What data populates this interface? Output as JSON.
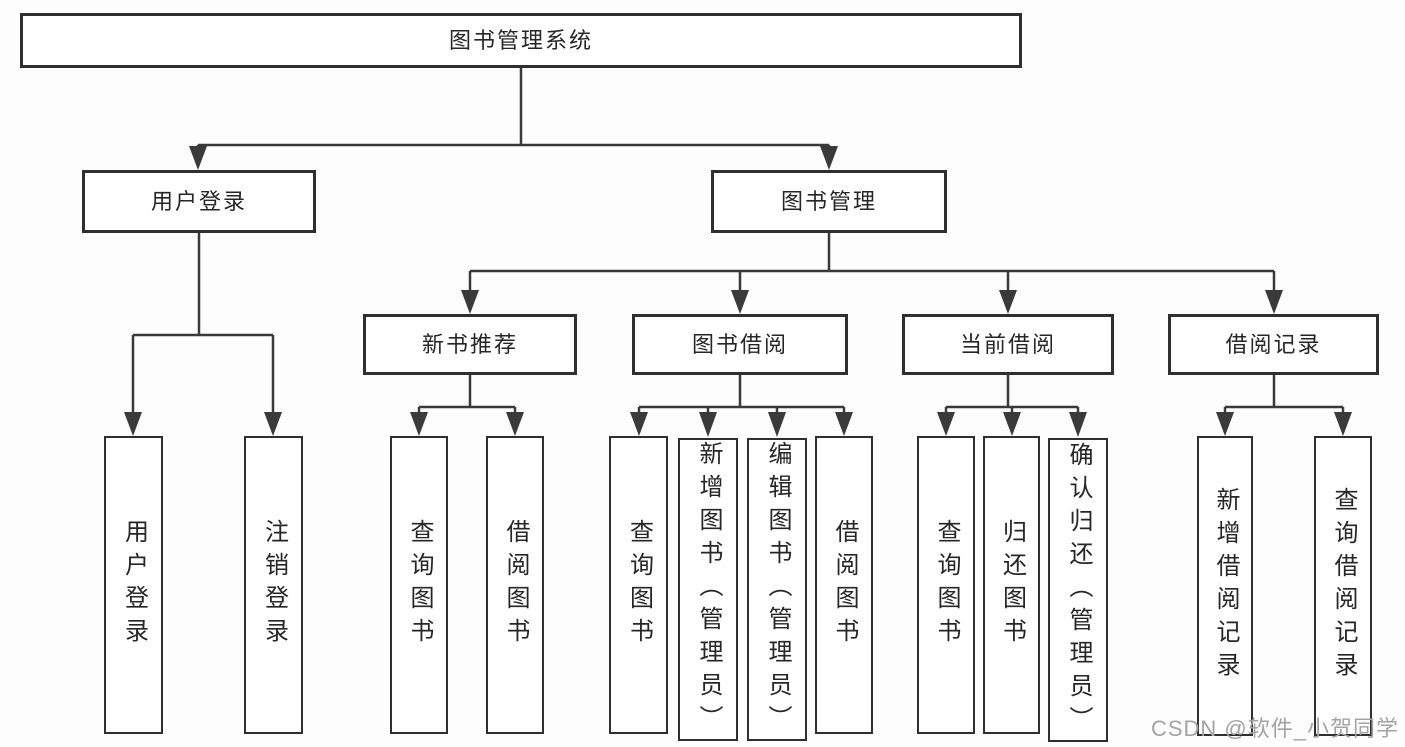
{
  "diagram_title": "图书管理系统",
  "nodes": {
    "root": {
      "label": "图书管理系统"
    },
    "user_login": {
      "label": "用户登录"
    },
    "book_mgmt": {
      "label": "图书管理"
    },
    "new_book_rec": {
      "label": "新书推荐"
    },
    "book_borrow": {
      "label": "图书借阅"
    },
    "current_borrow": {
      "label": "当前借阅"
    },
    "borrow_record": {
      "label": "借阅记录"
    },
    "leaf_user_login": {
      "label": "用户登录"
    },
    "leaf_logout": {
      "label": "注销登录"
    },
    "leaf_rec_query_book": {
      "label": "查询图书"
    },
    "leaf_rec_borrow_book": {
      "label": "借阅图书"
    },
    "leaf_bb_query_book": {
      "label": "查询图书"
    },
    "leaf_bb_add_book": {
      "label": "新增图书（管理员）"
    },
    "leaf_bb_edit_book": {
      "label": "编辑图书（管理员）"
    },
    "leaf_bb_borrow_book": {
      "label": "借阅图书"
    },
    "leaf_cb_query_book": {
      "label": "查询图书"
    },
    "leaf_cb_return_book": {
      "label": "归还图书"
    },
    "leaf_cb_confirm_return": {
      "label": "确认归还（管理员）"
    },
    "leaf_br_add_record": {
      "label": "新增借阅记录"
    },
    "leaf_br_query_record": {
      "label": "查询借阅记录"
    }
  },
  "hierarchy": {
    "图书管理系统": {
      "用户登录": [
        "用户登录",
        "注销登录"
      ],
      "图书管理": {
        "新书推荐": [
          "查询图书",
          "借阅图书"
        ],
        "图书借阅": [
          "查询图书",
          "新增图书（管理员）",
          "编辑图书（管理员）",
          "借阅图书"
        ],
        "当前借阅": [
          "查询图书",
          "归还图书",
          "确认归还（管理员）"
        ],
        "借阅记录": [
          "新增借阅记录",
          "查询借阅记录"
        ]
      }
    }
  },
  "watermark": {
    "text": "CSDN @软件_小贺同学"
  },
  "colors": {
    "background": "#fdfdfd",
    "box_fill": "#ffffff",
    "box_border": "#2f2f2f",
    "line": "#3a3a3a",
    "text": "#262626",
    "watermark": "#a3a3a3"
  }
}
